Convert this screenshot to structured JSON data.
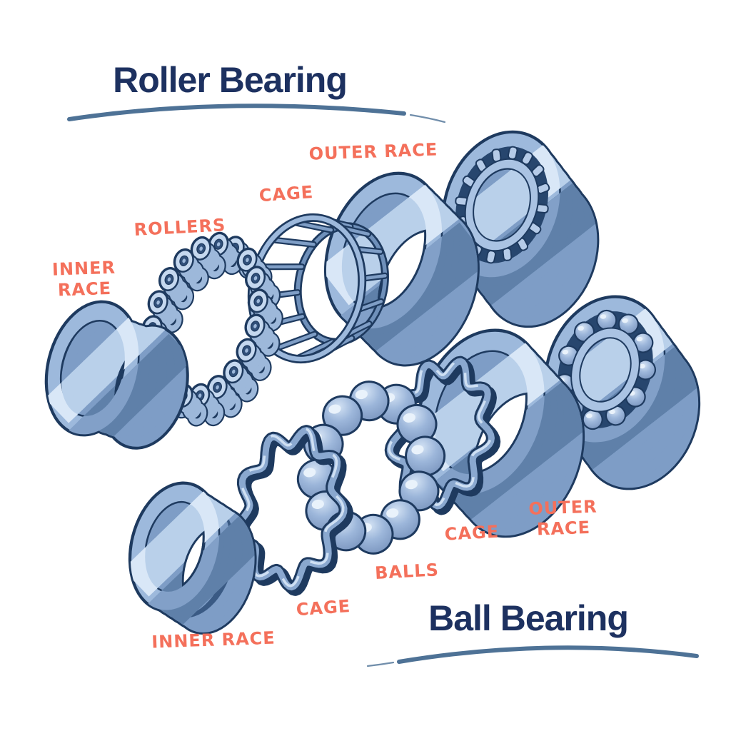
{
  "page": {
    "background": "#ffffff"
  },
  "titles": {
    "roller": "Roller Bearing",
    "ball": "Ball Bearing"
  },
  "labels": {
    "roller": {
      "outer_race": "OUTER RACE",
      "cage": "CAGE",
      "rollers": "ROLLERS",
      "inner_race": "INNER\nRACE"
    },
    "ball": {
      "inner_race": "INNER RACE",
      "cage_left": "CAGE",
      "balls": "BALLS",
      "cage_right": "CAGE",
      "outer_race": "OUTER\nRACE"
    }
  },
  "colors": {
    "title_navy": "#1d3160",
    "label_coral": "#f4705b",
    "outline_navy": "#1e3a5f",
    "blue_base": "#8aa8cf",
    "blue_side": "#7e9dc6",
    "blue_face": "#9db9dc",
    "blue_light": "#d9e7f7",
    "blue_light_side": "#b9d0ea",
    "blue_dark": "#5f80a9",
    "blue_dark_face": "#82a0c8",
    "channel_navy": "#27466e",
    "roller_light": "#c5d8ef",
    "inner_band": "#aac3e3",
    "swoosh_blue": "#4e7296"
  }
}
